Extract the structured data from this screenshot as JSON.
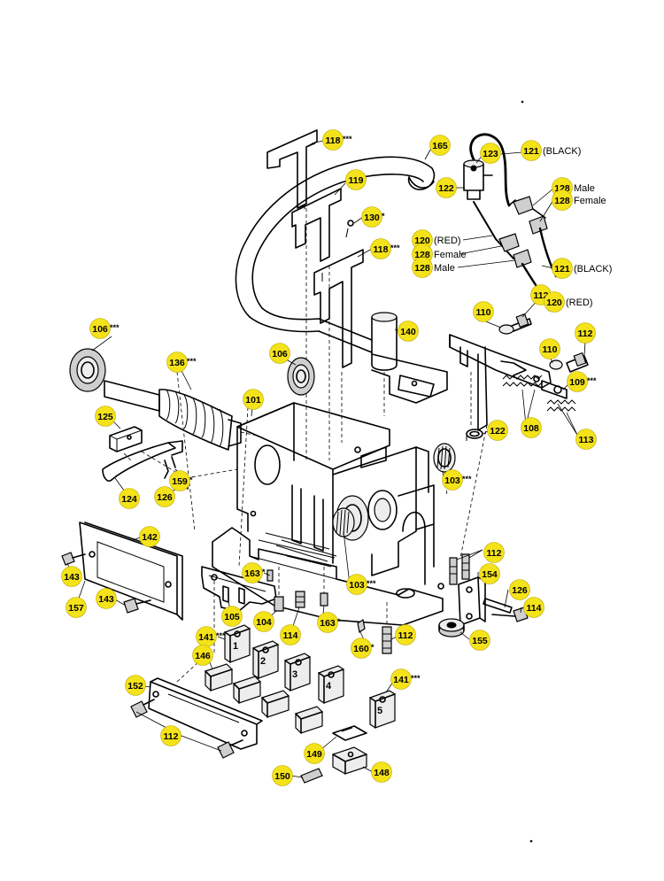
{
  "callouts": [
    {
      "id": "c118a",
      "num": "118",
      "suffix": "***",
      "note": ""
    },
    {
      "id": "c165",
      "num": "165",
      "suffix": "",
      "note": ""
    },
    {
      "id": "c119",
      "num": "119",
      "suffix": "",
      "note": ""
    },
    {
      "id": "c130",
      "num": "130",
      "suffix": "*",
      "note": ""
    },
    {
      "id": "c118b",
      "num": "118",
      "suffix": "***",
      "note": ""
    },
    {
      "id": "c123",
      "num": "123",
      "suffix": "",
      "note": ""
    },
    {
      "id": "c121a",
      "num": "121",
      "suffix": "",
      "note": "(BLACK)"
    },
    {
      "id": "c122a",
      "num": "122",
      "suffix": "",
      "note": ""
    },
    {
      "id": "c128a",
      "num": "128",
      "suffix": "",
      "note": "Male"
    },
    {
      "id": "c128b",
      "num": "128",
      "suffix": "",
      "note": "Female"
    },
    {
      "id": "c120a",
      "num": "120",
      "suffix": "",
      "note": "(RED)"
    },
    {
      "id": "c128c",
      "num": "128",
      "suffix": "",
      "note": "Female"
    },
    {
      "id": "c128d",
      "num": "128",
      "suffix": "",
      "note": "Male"
    },
    {
      "id": "c121b",
      "num": "121",
      "suffix": "",
      "note": "(BLACK)"
    },
    {
      "id": "c112a",
      "num": "112",
      "suffix": "",
      "note": ""
    },
    {
      "id": "c120b",
      "num": "120",
      "suffix": "",
      "note": "(RED)"
    },
    {
      "id": "c110a",
      "num": "110",
      "suffix": "",
      "note": ""
    },
    {
      "id": "c140",
      "num": "140",
      "suffix": "",
      "note": ""
    },
    {
      "id": "c106a",
      "num": "106",
      "suffix": "***",
      "note": ""
    },
    {
      "id": "c112b",
      "num": "112",
      "suffix": "",
      "note": ""
    },
    {
      "id": "c110b",
      "num": "110",
      "suffix": "",
      "note": ""
    },
    {
      "id": "c136",
      "num": "136",
      "suffix": "***",
      "note": ""
    },
    {
      "id": "c106b",
      "num": "106",
      "suffix": "",
      "note": ""
    },
    {
      "id": "c109",
      "num": "109",
      "suffix": "***",
      "note": ""
    },
    {
      "id": "c101",
      "num": "101",
      "suffix": "",
      "note": ""
    },
    {
      "id": "c125",
      "num": "125",
      "suffix": "",
      "note": ""
    },
    {
      "id": "c122b",
      "num": "122",
      "suffix": "",
      "note": ""
    },
    {
      "id": "c108",
      "num": "108",
      "suffix": "",
      "note": ""
    },
    {
      "id": "c113",
      "num": "113",
      "suffix": "",
      "note": ""
    },
    {
      "id": "c103a",
      "num": "103",
      "suffix": "***",
      "note": ""
    },
    {
      "id": "c159",
      "num": "159",
      "suffix": "*",
      "note": ""
    },
    {
      "id": "c126a",
      "num": "126",
      "suffix": "",
      "note": ""
    },
    {
      "id": "c124",
      "num": "124",
      "suffix": "",
      "note": ""
    },
    {
      "id": "c142",
      "num": "142",
      "suffix": "",
      "note": ""
    },
    {
      "id": "c112c",
      "num": "112",
      "suffix": "",
      "note": ""
    },
    {
      "id": "c154",
      "num": "154",
      "suffix": "",
      "note": ""
    },
    {
      "id": "c143a",
      "num": "143",
      "suffix": "",
      "note": ""
    },
    {
      "id": "c163a",
      "num": "163",
      "suffix": "*",
      "note": ""
    },
    {
      "id": "c103b",
      "num": "103",
      "suffix": "***",
      "note": ""
    },
    {
      "id": "c126b",
      "num": "126",
      "suffix": "",
      "note": ""
    },
    {
      "id": "c157",
      "num": "157",
      "suffix": "",
      "note": ""
    },
    {
      "id": "c143b",
      "num": "143",
      "suffix": "",
      "note": ""
    },
    {
      "id": "c114a",
      "num": "114",
      "suffix": "",
      "note": ""
    },
    {
      "id": "c105",
      "num": "105",
      "suffix": "",
      "note": ""
    },
    {
      "id": "c104",
      "num": "104",
      "suffix": "",
      "note": ""
    },
    {
      "id": "c114b",
      "num": "114",
      "suffix": "",
      "note": ""
    },
    {
      "id": "c163b",
      "num": "163",
      "suffix": "*",
      "note": ""
    },
    {
      "id": "c112d",
      "num": "112",
      "suffix": "",
      "note": ""
    },
    {
      "id": "c155",
      "num": "155",
      "suffix": "",
      "note": ""
    },
    {
      "id": "c141a",
      "num": "141",
      "suffix": "***",
      "note": ""
    },
    {
      "id": "c160",
      "num": "160",
      "suffix": "*",
      "note": ""
    },
    {
      "id": "c146",
      "num": "146",
      "suffix": "",
      "note": ""
    },
    {
      "id": "c152",
      "num": "152",
      "suffix": "",
      "note": ""
    },
    {
      "id": "c141b",
      "num": "141",
      "suffix": "***",
      "note": ""
    },
    {
      "id": "c112e",
      "num": "112",
      "suffix": "",
      "note": ""
    },
    {
      "id": "c149",
      "num": "149",
      "suffix": "",
      "note": ""
    },
    {
      "id": "c150",
      "num": "150",
      "suffix": "",
      "note": ""
    },
    {
      "id": "c148",
      "num": "148",
      "suffix": "",
      "note": ""
    }
  ],
  "block_markers": [
    "1",
    "2",
    "3",
    "4",
    "5"
  ]
}
